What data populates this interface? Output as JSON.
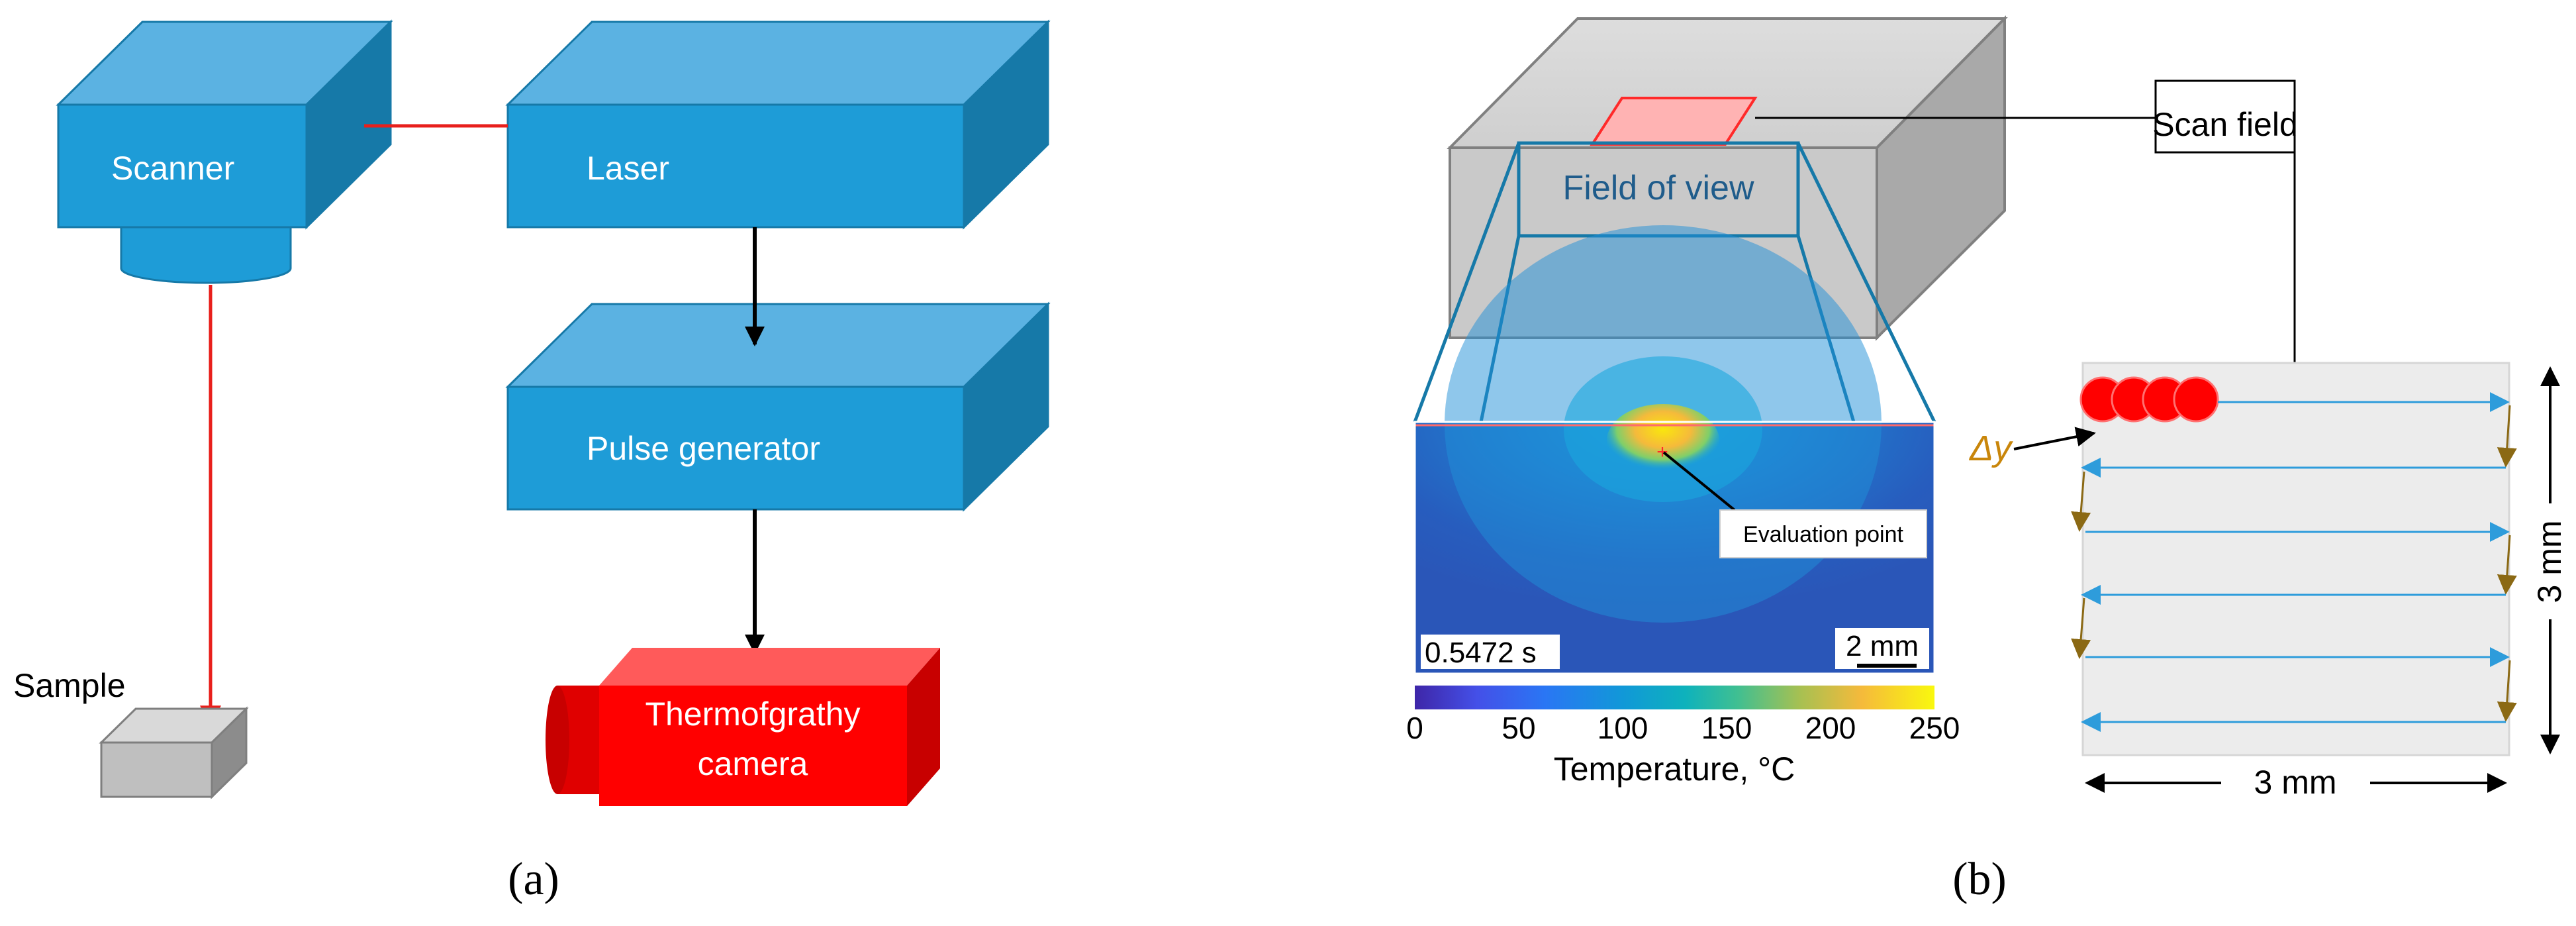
{
  "panel_a": {
    "caption": "(a)",
    "scanner_label": "Scanner",
    "laser_label": "Laser",
    "pulse_generator_label": "Pulse generator",
    "camera_label_line1": "Thermofgrathy",
    "camera_label_line2": "camera",
    "sample_label": "Sample"
  },
  "panel_b": {
    "caption": "(b)",
    "field_of_view_label": "Field of view",
    "scan_field_label": "Scan field",
    "evaluation_point_label": "Evaluation point",
    "time_stamp": "0.5472 s",
    "scale_bar_label": "2 mm",
    "colorbar": {
      "ticks": [
        "0",
        "50",
        "100",
        "150",
        "200",
        "250"
      ],
      "label": "Temperature, °C"
    },
    "delta_y_label": "Δy",
    "width_label": "3 mm",
    "height_label": "3 mm"
  },
  "colors": {
    "block_front": "#1E9CD7",
    "block_top": "#5BB2E2",
    "block_side": "#1679A8",
    "camera_red": "#FF0000",
    "laser_line": "#E8201C",
    "scan_arrow": "#2E9CDB",
    "step_arrow": "#8B6914",
    "delta_y": "#C9860A"
  }
}
